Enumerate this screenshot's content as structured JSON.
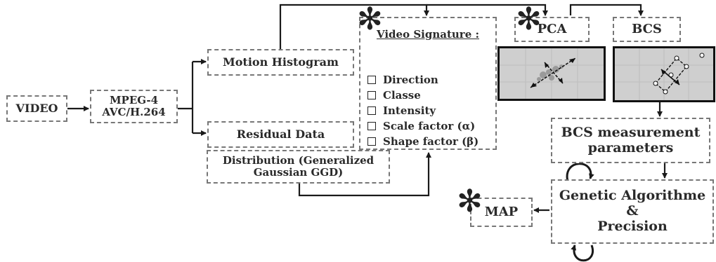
{
  "diagram": {
    "video": "VIDEO",
    "codec": {
      "line1": "MPEG-4",
      "line2": "AVC/H.264"
    },
    "motion_histogram": "Motion Histogram",
    "residual_data": "Residual Data",
    "distribution": {
      "line1": "Distribution (Generalized",
      "line2": "Gaussian GGD)"
    },
    "video_signature": {
      "title": "Video Signature :",
      "items": [
        "Direction",
        "Classe",
        "Intensity",
        "Scale factor (α)",
        "Shape factor (β)"
      ]
    },
    "pca": "PCA",
    "bcs": "BCS",
    "bcs_measurement": {
      "line1": "BCS measurement",
      "line2": "parameters"
    },
    "genetic": {
      "line1": "Genetic Algorithme",
      "line2": "&",
      "line3": "Precision"
    },
    "map": "MAP",
    "star_symbol": "✻"
  },
  "colors": {
    "line": "#1a1a1a",
    "dash": "#777777",
    "plot_bg": "#cfcfcf",
    "plot_dot": "#9a9a9a"
  }
}
